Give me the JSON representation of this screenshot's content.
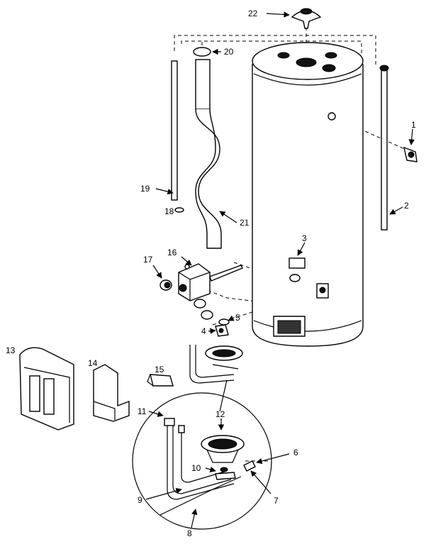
{
  "diagram": {
    "labels": {
      "p1": "1",
      "p2": "2",
      "p3": "3",
      "p4": "4",
      "p5": "5",
      "p6": "6",
      "p7": "7",
      "p8": "8",
      "p9": "9",
      "p10": "10",
      "p11": "11",
      "p12": "12",
      "p13": "13",
      "p14": "14",
      "p15": "15",
      "p16": "16",
      "p17": "17",
      "p18": "18",
      "p19": "19",
      "p20": "20",
      "p21": "21",
      "p22": "22"
    }
  }
}
